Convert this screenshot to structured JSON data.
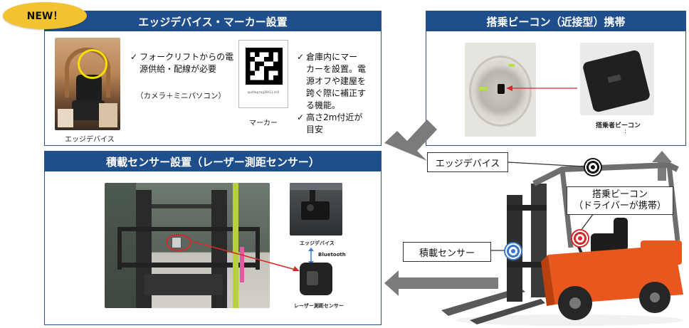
{
  "badge": {
    "label": "NEW！"
  },
  "panels": {
    "edge_device_marker": {
      "title": "エッジデバイス・マーカー設置",
      "edge_caption": "エッジデバイス",
      "bullet1_lines": [
        "フォークリフトからの電",
        "源供給・配線が必要"
      ],
      "sub_note": "（カメラ＋ミニパソコン）",
      "marker_caption": "マーカー",
      "marker_small_text": "apriltag tag36h11 id:0",
      "bullet2_lines": [
        "倉庫内にマー",
        "カーを設置。電",
        "源オフや建屋を",
        "跨ぐ際に補正す",
        "る機能。"
      ],
      "bullet3_lines": [
        "高さ2m付近が",
        "目安"
      ]
    },
    "beacon": {
      "title": "搭乗ビーコン（近接型）携帯",
      "beacon_caption": "搭乗者ビーコン",
      "beacon_caption_dot": ":"
    },
    "load_sensor": {
      "title": "積載センサー設置（レーザー測距センサー）",
      "edge_device_label": "エッジデバイス",
      "bluetooth_label": "Bluetooth",
      "sensor_label": "レーザー測距センサー"
    }
  },
  "callouts": {
    "edge_device": "エッジデバイス",
    "beacon_line1": "搭乗ビーコン",
    "beacon_line2": "（ドライバーが携帯）",
    "load_sensor": "積載センサー"
  },
  "colors": {
    "panel_header": "#1f4e8c",
    "badge": "#f2c230",
    "arrow": "#7b7b7b",
    "forklift_orange": "#e8571d",
    "highlight_circle_yellow": "#f5e000",
    "highlight_circle_red": "#d42a2a",
    "target_red": "#d42a2a",
    "target_blue": "#3a78c9"
  },
  "icons": {
    "check": "checkmark-icon",
    "target": "target-icon",
    "arrow": "block-arrow-icon"
  }
}
